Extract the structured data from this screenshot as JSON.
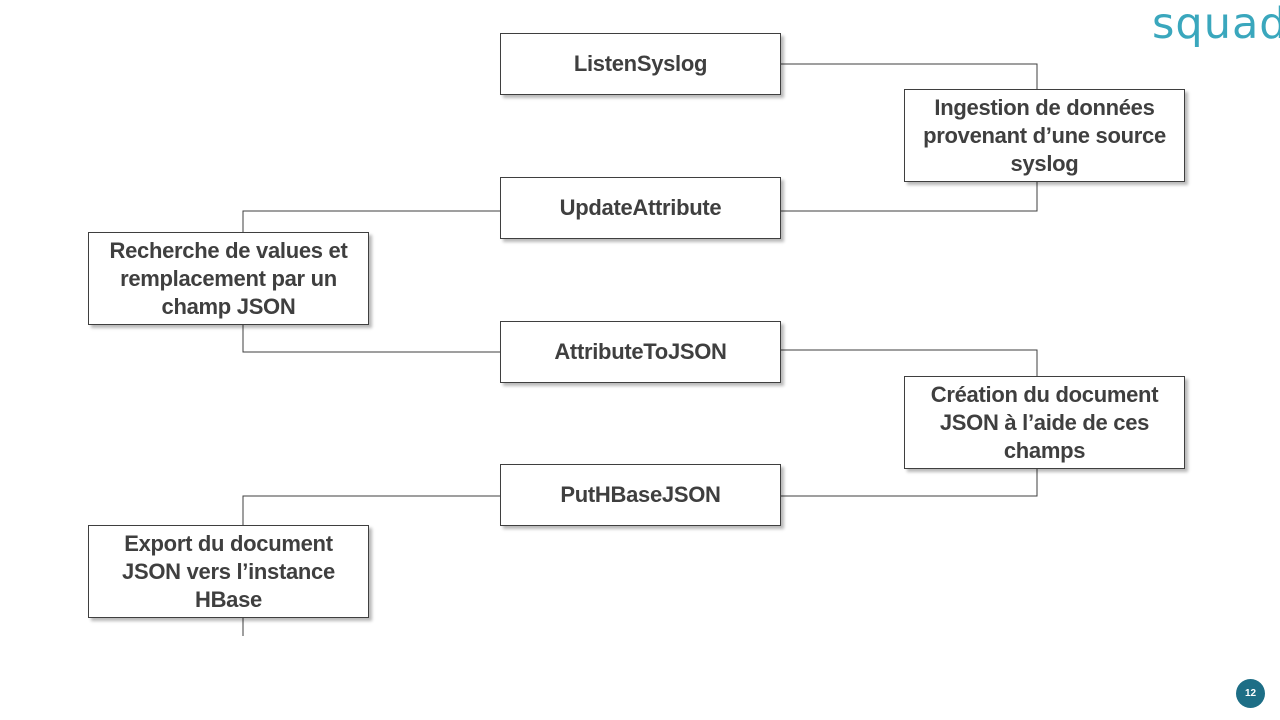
{
  "brand": {
    "logo_text": "squad",
    "color": "#3aa7bd"
  },
  "page_number": "12",
  "page_badge_color": "#1d6e86",
  "processors": [
    {
      "name": "ListenSyslog"
    },
    {
      "name": "UpdateAttribute"
    },
    {
      "name": "AttributeToJSON"
    },
    {
      "name": "PutHBaseJSON"
    }
  ],
  "descriptions": [
    {
      "text": "Ingestion de données\nprovenant d’une source\nsyslog"
    },
    {
      "text": "Recherche de values et\nremplacement par un\nchamp JSON"
    },
    {
      "text": "Création du document\nJSON à l’aide de ces\nchamps"
    },
    {
      "text": "Export du document\nJSON vers l’instance\nHBase"
    }
  ],
  "line_color": "#3f3f3f"
}
